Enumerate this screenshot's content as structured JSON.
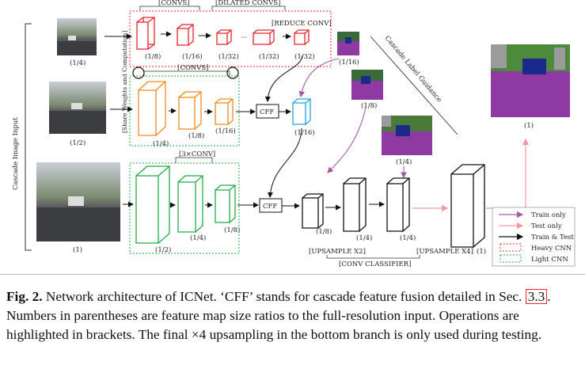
{
  "diagram": {
    "left_label": "Cascade Image Input",
    "share_label": "[Share Weights and Computation]",
    "guidance_label": "Cascade Label Guidance",
    "inputs": [
      "(1/4)",
      "(1/2)",
      "(1)"
    ],
    "brackets": {
      "convs_top": "[CONVS]",
      "dilated": "[DILATED CONVS]",
      "reduce": "[REDUCE CONV]",
      "convs_mid": "[CONVS]",
      "three_conv": "[3×CONV]",
      "upsample_x2": "[UPSAMPLE X2]",
      "upsample_x4": "[UPSAMPLE X4]",
      "conv_classifier": "[CONV CLASSIFIER]"
    },
    "top_scales": [
      "(1/8)",
      "(1/16)",
      "(1/32)",
      "(1/32)",
      "(1/32)"
    ],
    "mid_scales": [
      "(1/4)",
      "(1/8)",
      "(1/16)",
      "(1/16)"
    ],
    "bot_scales": [
      "(1/2)",
      "(1/4)",
      "(1/8)"
    ],
    "right_scales": [
      "(1/8)",
      "(1/4)",
      "(1/4)",
      "(1)"
    ],
    "label_scales": [
      "(1/16)",
      "(1/8)",
      "(1/4)",
      "(1)"
    ],
    "cff": "CFF",
    "legend": {
      "train_only": "Train only",
      "test_only": "Test only",
      "train_test": "Train & Test",
      "heavy_cnn": "Heavy CNN",
      "light_cnn": "Light CNN"
    },
    "colors": {
      "red": "#e8242f",
      "orange": "#ef8a1a",
      "green": "#22aa44",
      "cyan": "#22a6dd",
      "purple": "#a65aa6",
      "pink": "#f29aa0"
    }
  },
  "caption": {
    "fig": "Fig. 2.",
    "p1": " Network architecture of ICNet. ‘CFF’ stands for cascade feature fusion detailed in Sec. ",
    "ref": "3.3",
    "p2": ". Numbers in parentheses are feature map size ratios to the full-resolution input. Operations are highlighted in brackets. The final ×4 upsampling in the bottom branch is only used during testing."
  }
}
